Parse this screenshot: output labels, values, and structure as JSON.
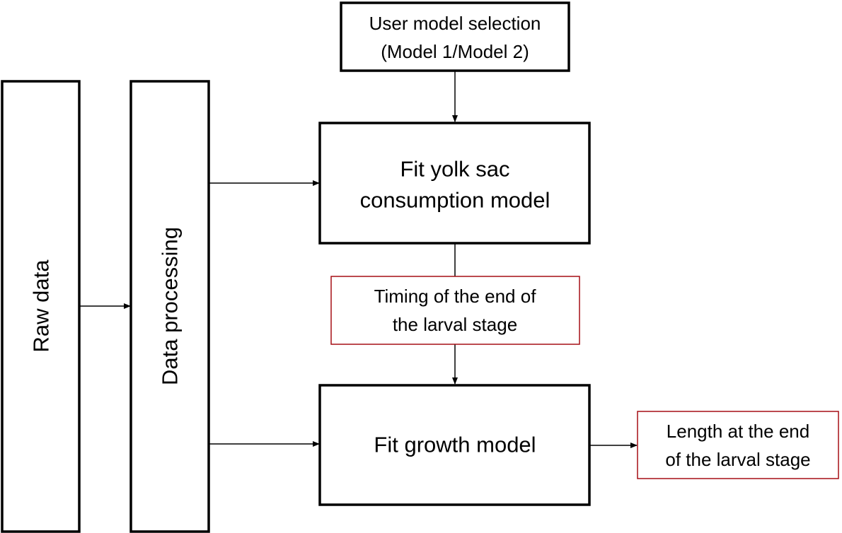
{
  "diagram": {
    "nodes": {
      "raw_data": {
        "label": "Raw data"
      },
      "data_processing": {
        "label": "Data processing"
      },
      "user_model_selection": {
        "line1": "User model selection",
        "line2": "(Model 1/Model 2)"
      },
      "fit_yolk_sac": {
        "line1": "Fit yolk sac",
        "line2": "consumption model"
      },
      "timing_end_larval": {
        "line1": "Timing of the end of",
        "line2": "the larval stage"
      },
      "fit_growth": {
        "label": "Fit growth model"
      },
      "length_end_larval": {
        "line1": "Length at the end",
        "line2": "of the larval stage"
      }
    },
    "edges": [
      {
        "from": "raw_data",
        "to": "data_processing"
      },
      {
        "from": "data_processing",
        "to": "fit_yolk_sac"
      },
      {
        "from": "data_processing",
        "to": "fit_growth"
      },
      {
        "from": "user_model_selection",
        "to": "fit_yolk_sac"
      },
      {
        "from": "fit_yolk_sac",
        "to": "timing_end_larval"
      },
      {
        "from": "timing_end_larval",
        "to": "fit_growth"
      },
      {
        "from": "fit_growth",
        "to": "length_end_larval"
      }
    ],
    "colors": {
      "box_stroke": "#000000",
      "highlight_stroke": "#a50f15",
      "background": "#ffffff"
    }
  }
}
